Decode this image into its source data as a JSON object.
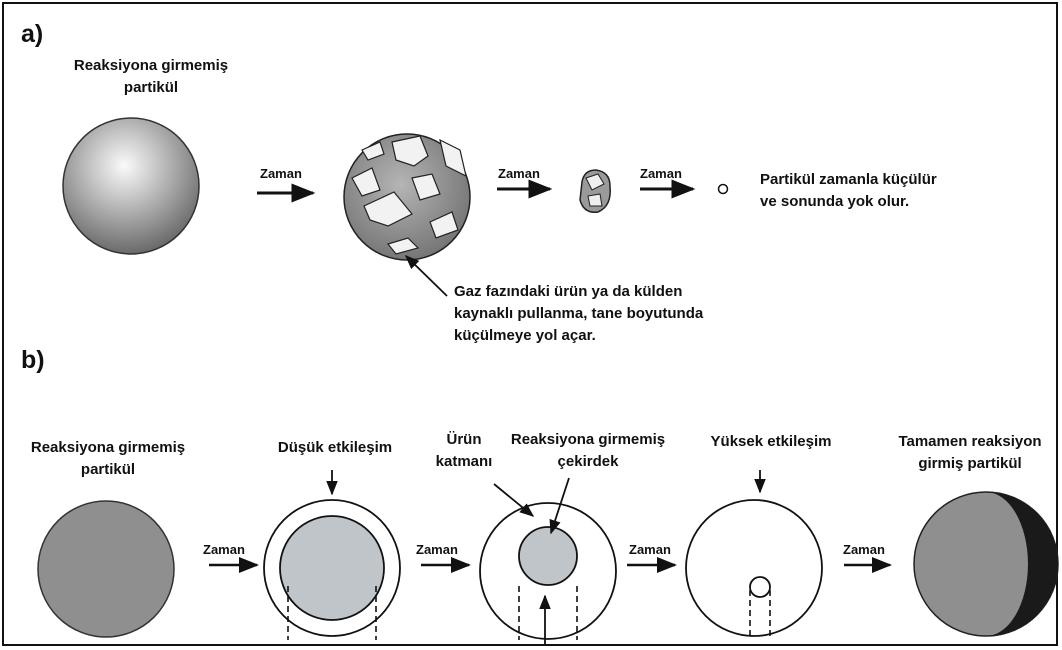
{
  "panel_a": {
    "letter": "a)",
    "unreacted_label_line1": "Reaksiyona girmemiş",
    "unreacted_label_line2": "partikül",
    "time_label": "Zaman",
    "result_line1": "Partikül zamanla küçülür",
    "result_line2": "ve sonunda yok olur.",
    "note_line1": "Gaz fazındaki ürün ya da külden",
    "note_line2": "kaynaklı pullanma, tane boyutunda",
    "note_line3": "küçülmeye yol açar."
  },
  "panel_b": {
    "letter": "b)",
    "unreacted_label_line1": "Reaksiyona girmemiş",
    "unreacted_label_line2": "partikül",
    "low_interaction": "Düşük etkileşim",
    "product_layer_line1": "Ürün",
    "product_layer_line2": "katmanı",
    "core_line1": "Reaksiyona girmemiş",
    "core_line2": "çekirdek",
    "high_interaction": "Yüksek etkileşim",
    "full_reacted_line1": "Tamamen reaksiyon",
    "full_reacted_line2": "girmiş partikül",
    "time_label": "Zaman"
  },
  "colors": {
    "particle_gray": "#8f8f8f",
    "core_light": "#bfc5c8",
    "dark_crescent": "#1a1a1a",
    "line": "#111111"
  }
}
